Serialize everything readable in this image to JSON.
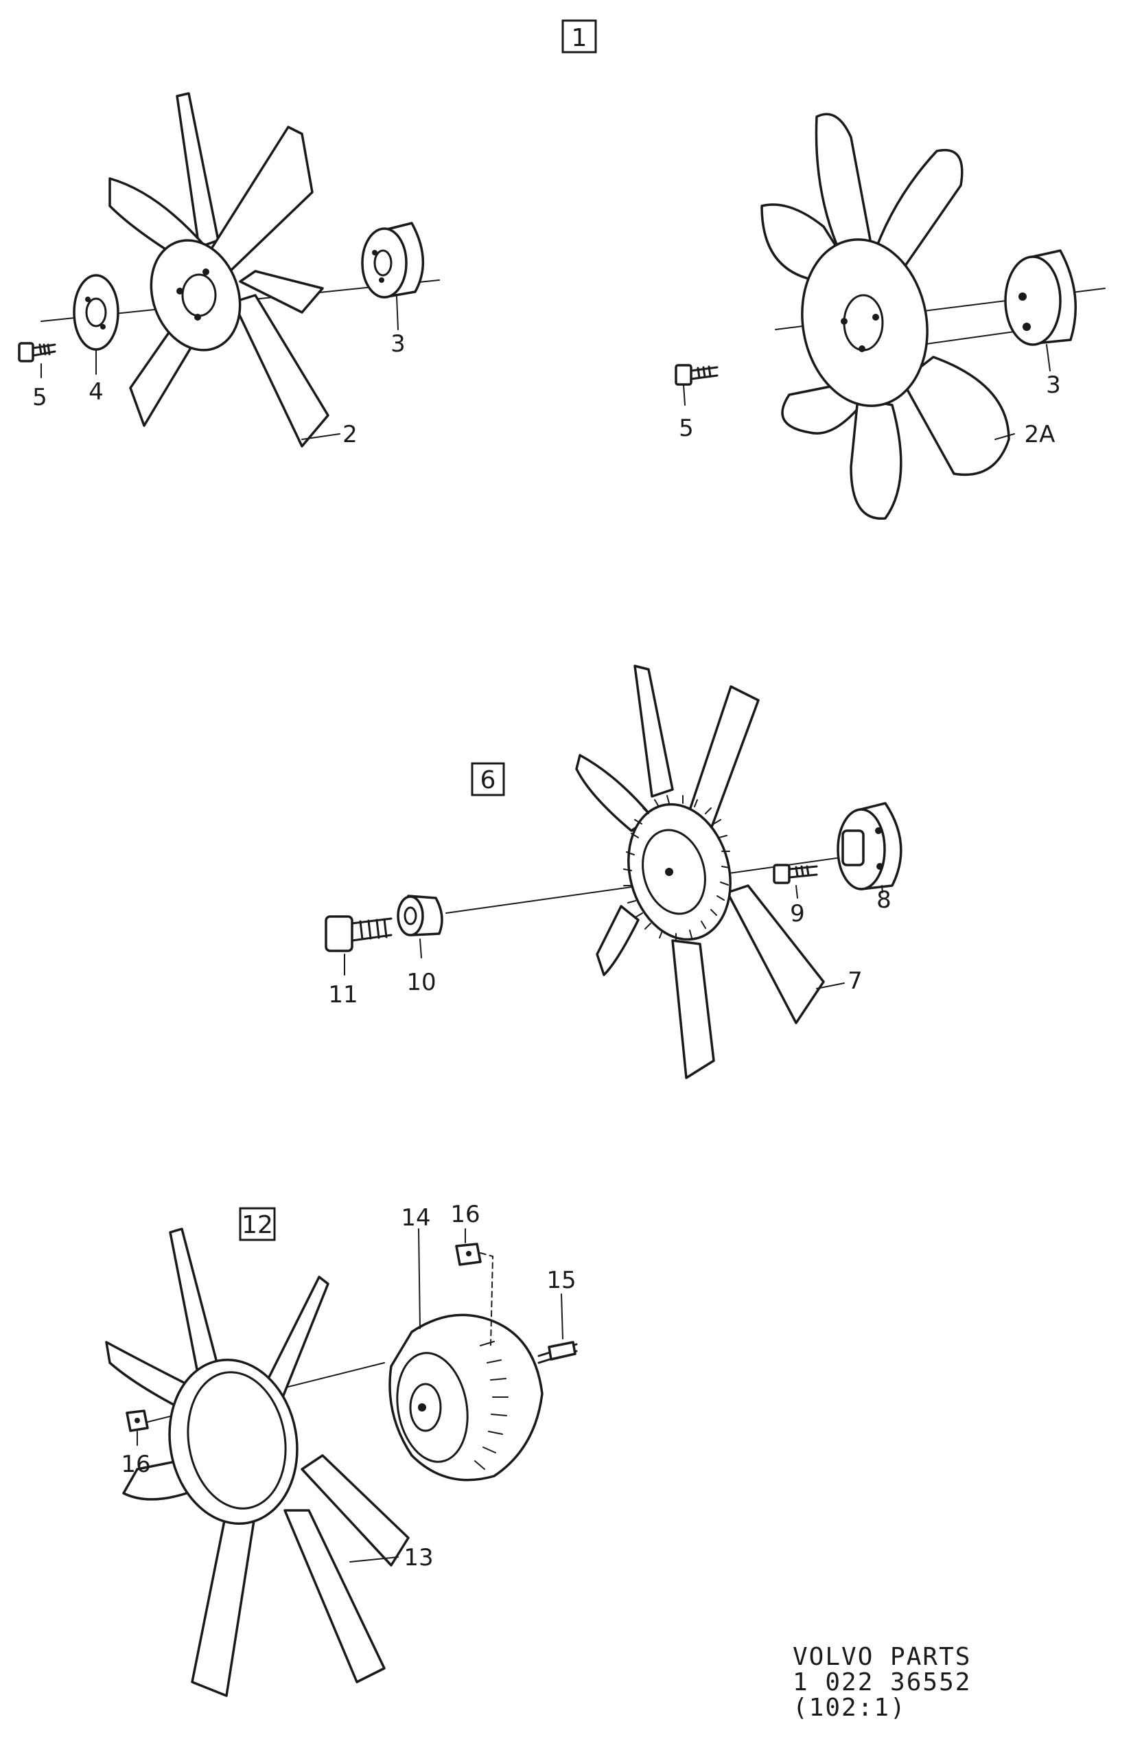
{
  "groups": [
    {
      "id": "1",
      "label": "1"
    },
    {
      "id": "6",
      "label": "6"
    },
    {
      "id": "12",
      "label": "12"
    }
  ],
  "callouts": {
    "g1_left_5": "5",
    "g1_left_4": "4",
    "g1_left_3": "3",
    "g1_left_2": "2",
    "g1_right_5": "5",
    "g1_right_3": "3",
    "g1_right_2A": "2A",
    "g6_11": "11",
    "g6_10": "10",
    "g6_9": "9",
    "g6_8": "8",
    "g6_7": "7",
    "g12_16_top": "16",
    "g12_14": "14",
    "g12_15": "15",
    "g12_16_left": "16",
    "g12_13": "13"
  },
  "footer": {
    "line1": "VOLVO PARTS",
    "line2": "1 022 36552",
    "line3": "(102:1)"
  }
}
